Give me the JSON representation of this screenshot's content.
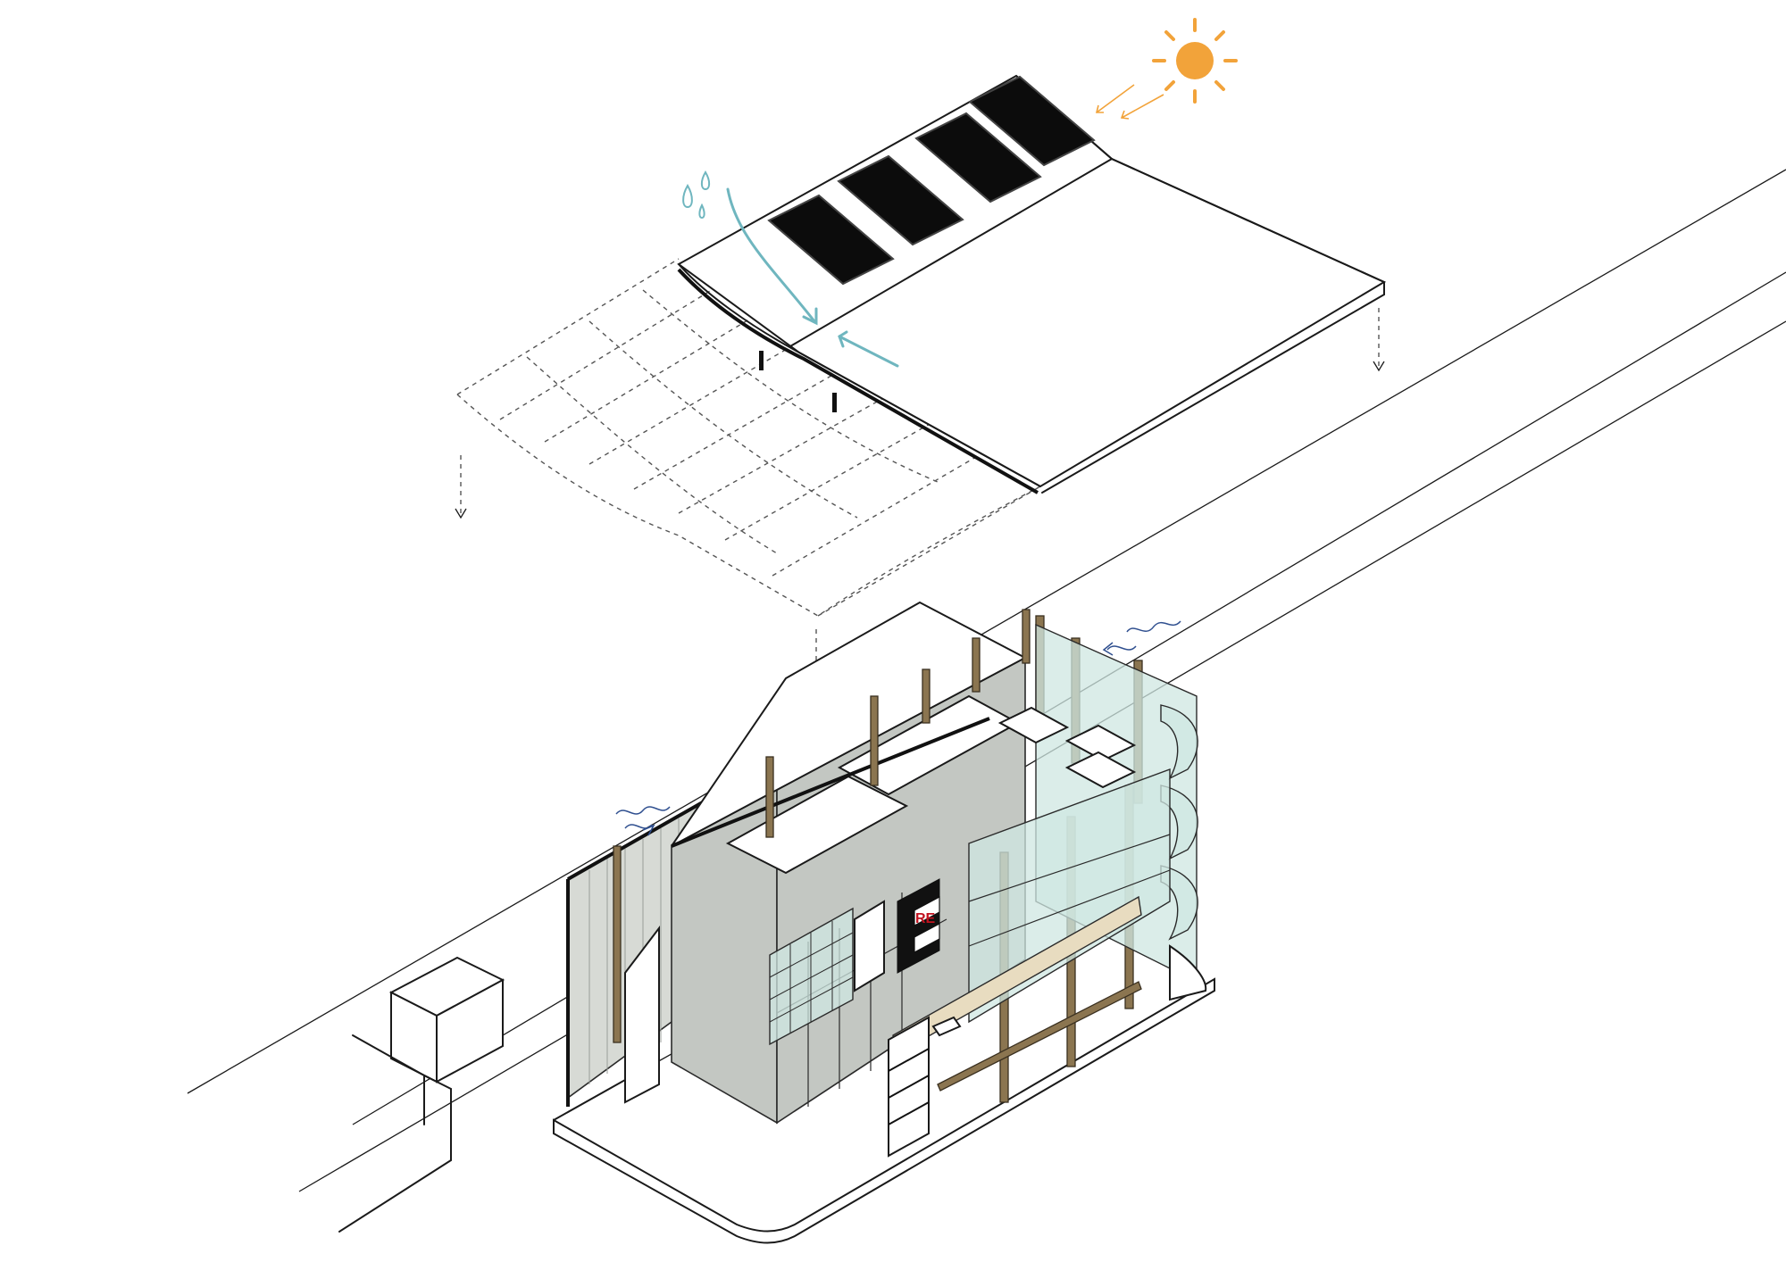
{
  "diagram": {
    "type": "exploded isometric axonometric",
    "colors": {
      "sun": "#f2a33a",
      "water": "#6fb6bf",
      "solar_panel": "#0c0c0c",
      "wall_grey": "#c3c7c2",
      "glass": "#cfe7e2",
      "timber": "#8b7550",
      "sign_red": "#c1121f",
      "wind": "#2f4f8f"
    },
    "icons": [
      "sun-icon",
      "sun-ray-arrows",
      "rain-drops-icon",
      "water-flow-arrow",
      "wind-icon"
    ],
    "signage": {
      "text": "RE"
    }
  }
}
